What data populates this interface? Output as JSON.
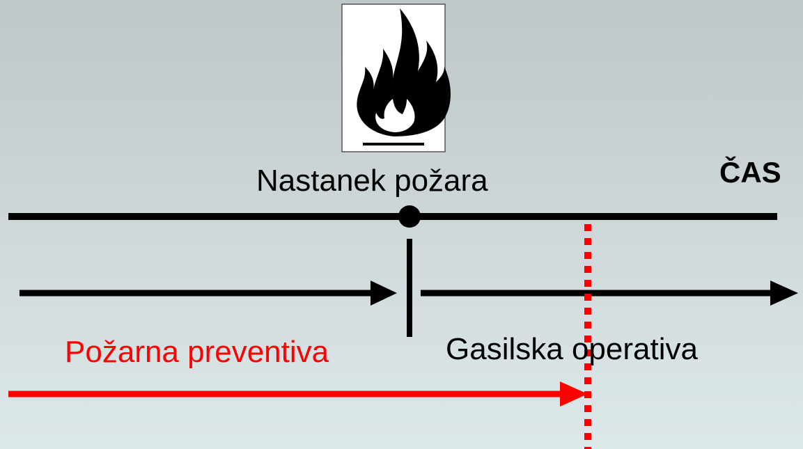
{
  "diagram": {
    "time_axis_label": "ČAS",
    "fire_event_label": "Nastanek požara",
    "prevention_label": "Požarna preventiva",
    "operations_label": "Gasilska operativa",
    "fire_icon": "flammable-flame-icon",
    "colors": {
      "primary": "#000000",
      "prevention": "#ff0000",
      "icon_background": "#ffffff"
    }
  }
}
